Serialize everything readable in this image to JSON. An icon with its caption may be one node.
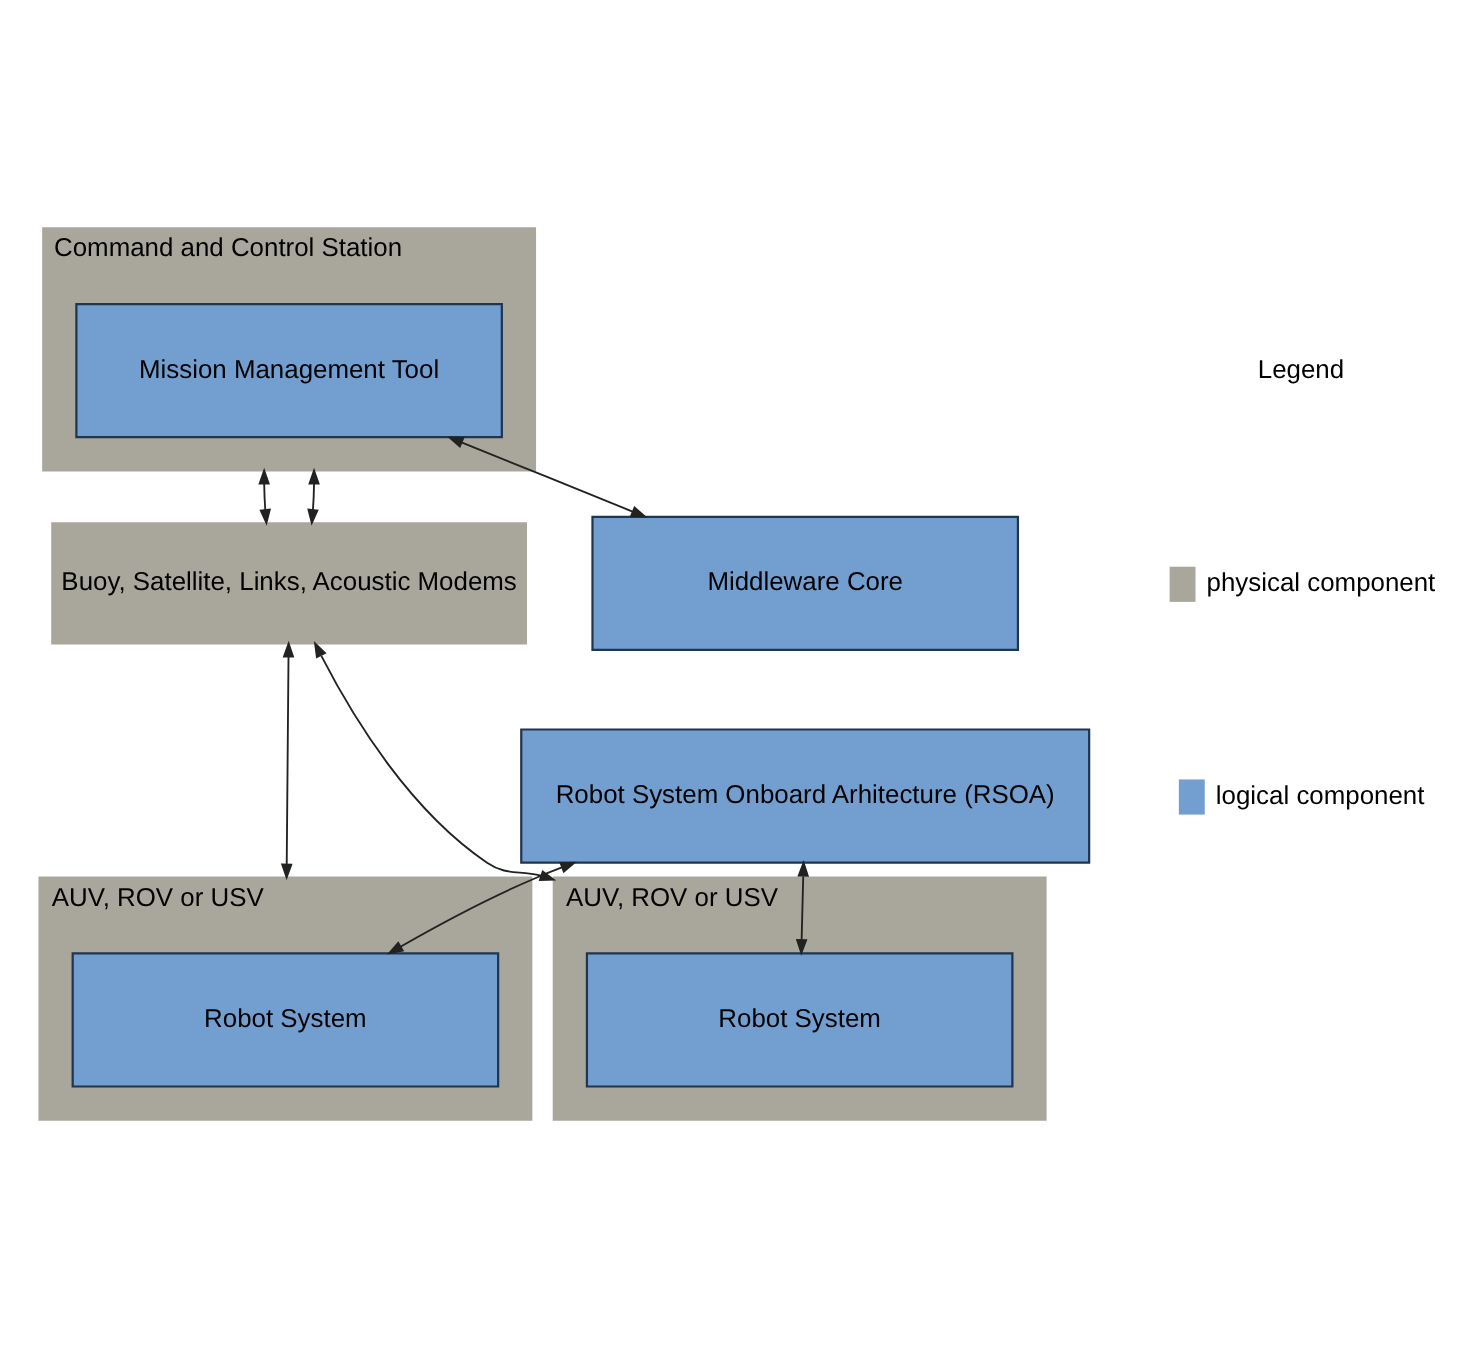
{
  "diagram": {
    "nodes": [
      {
        "text": [
          "Command and Control Station"
        ]
      },
      {
        "text": [
          "Mission Management Tool"
        ],
        "in": 0
      },
      {
        "text": [
          "Middleware Core"
        ]
      },
      {
        "text": [
          "Robot System Onboard Arhitecture (RSOA)"
        ]
      },
      {
        "text": [
          "Buoy, Satellite, Links, Acoustic Modems"
        ]
      },
      {
        "text": [
          "AUV, ROV or USV"
        ]
      },
      {
        "text": [
          "Robot System"
        ],
        "in": 5
      },
      {
        "text": [
          "AUV, ROV or USV"
        ]
      },
      {
        "text": [
          "Robot System"
        ],
        "in": 7
      }
    ],
    "edges": [
      {
        "from": 1,
        "to": 2,
        "arrow": "both"
      },
      {
        "from": 0,
        "to": 4,
        "arrow": "both"
      },
      {
        "from": 4,
        "to": 5,
        "arrow": "both"
      },
      {
        "from": 0,
        "to": 4,
        "arrow": "both"
      },
      {
        "from": 4,
        "to": 7,
        "arrow": "both"
      },
      {
        "from": 3,
        "to": 6,
        "arrow": "both"
      },
      {
        "from": 3,
        "to": 8,
        "arrow": "both"
      }
    ],
    "labels": [
      "Legend"
    ],
    "legend": [
      {
        "text": "physical component",
        "color": "#a9a79b"
      },
      {
        "text": "logical component",
        "color": "#729fd0"
      }
    ]
  }
}
